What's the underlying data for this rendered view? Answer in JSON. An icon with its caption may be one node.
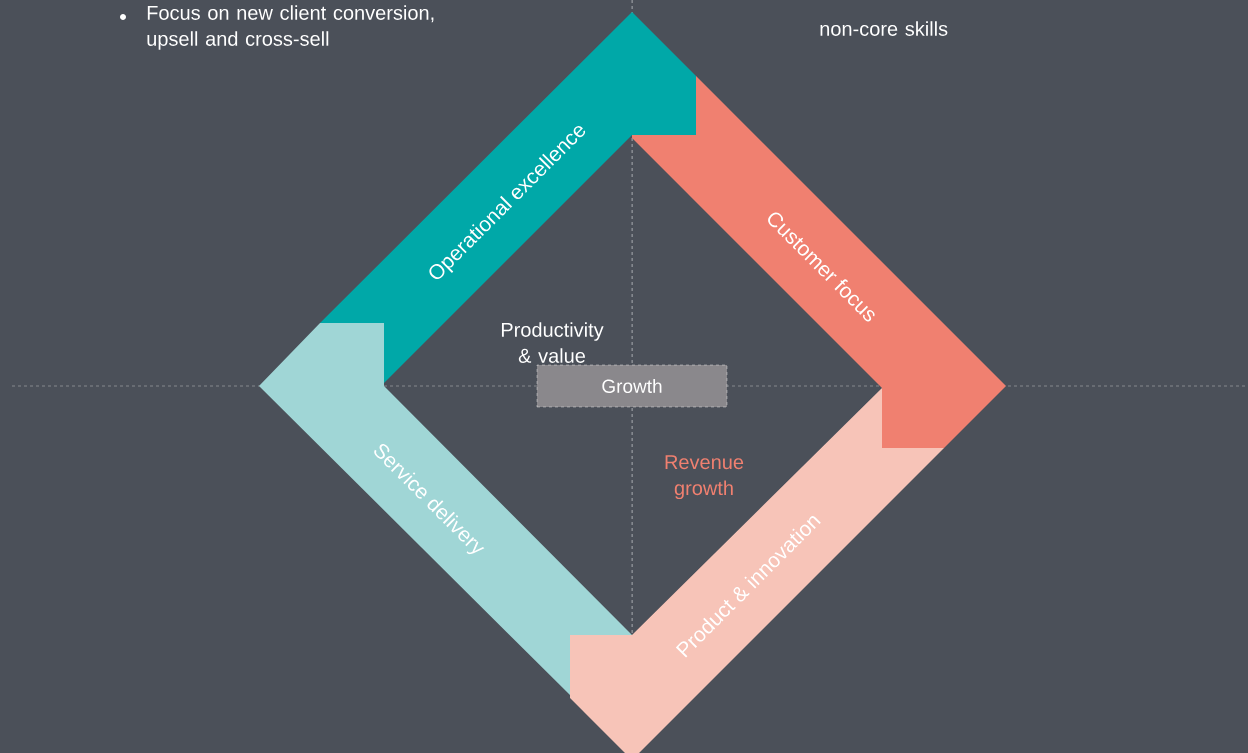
{
  "diagram": {
    "nodes": [
      {
        "text": [
          "Operational excellence"
        ]
      },
      {
        "text": [
          "Customer focus"
        ]
      },
      {
        "text": [
          "Growth"
        ]
      },
      {
        "text": [
          "Service delivery"
        ]
      },
      {
        "text": [
          "Product & innovation"
        ]
      }
    ],
    "labels": [
      "Focus on new client conversion, upsell and cross-sell",
      "non-core skills",
      "Productivity & value",
      "Revenue growth"
    ]
  }
}
